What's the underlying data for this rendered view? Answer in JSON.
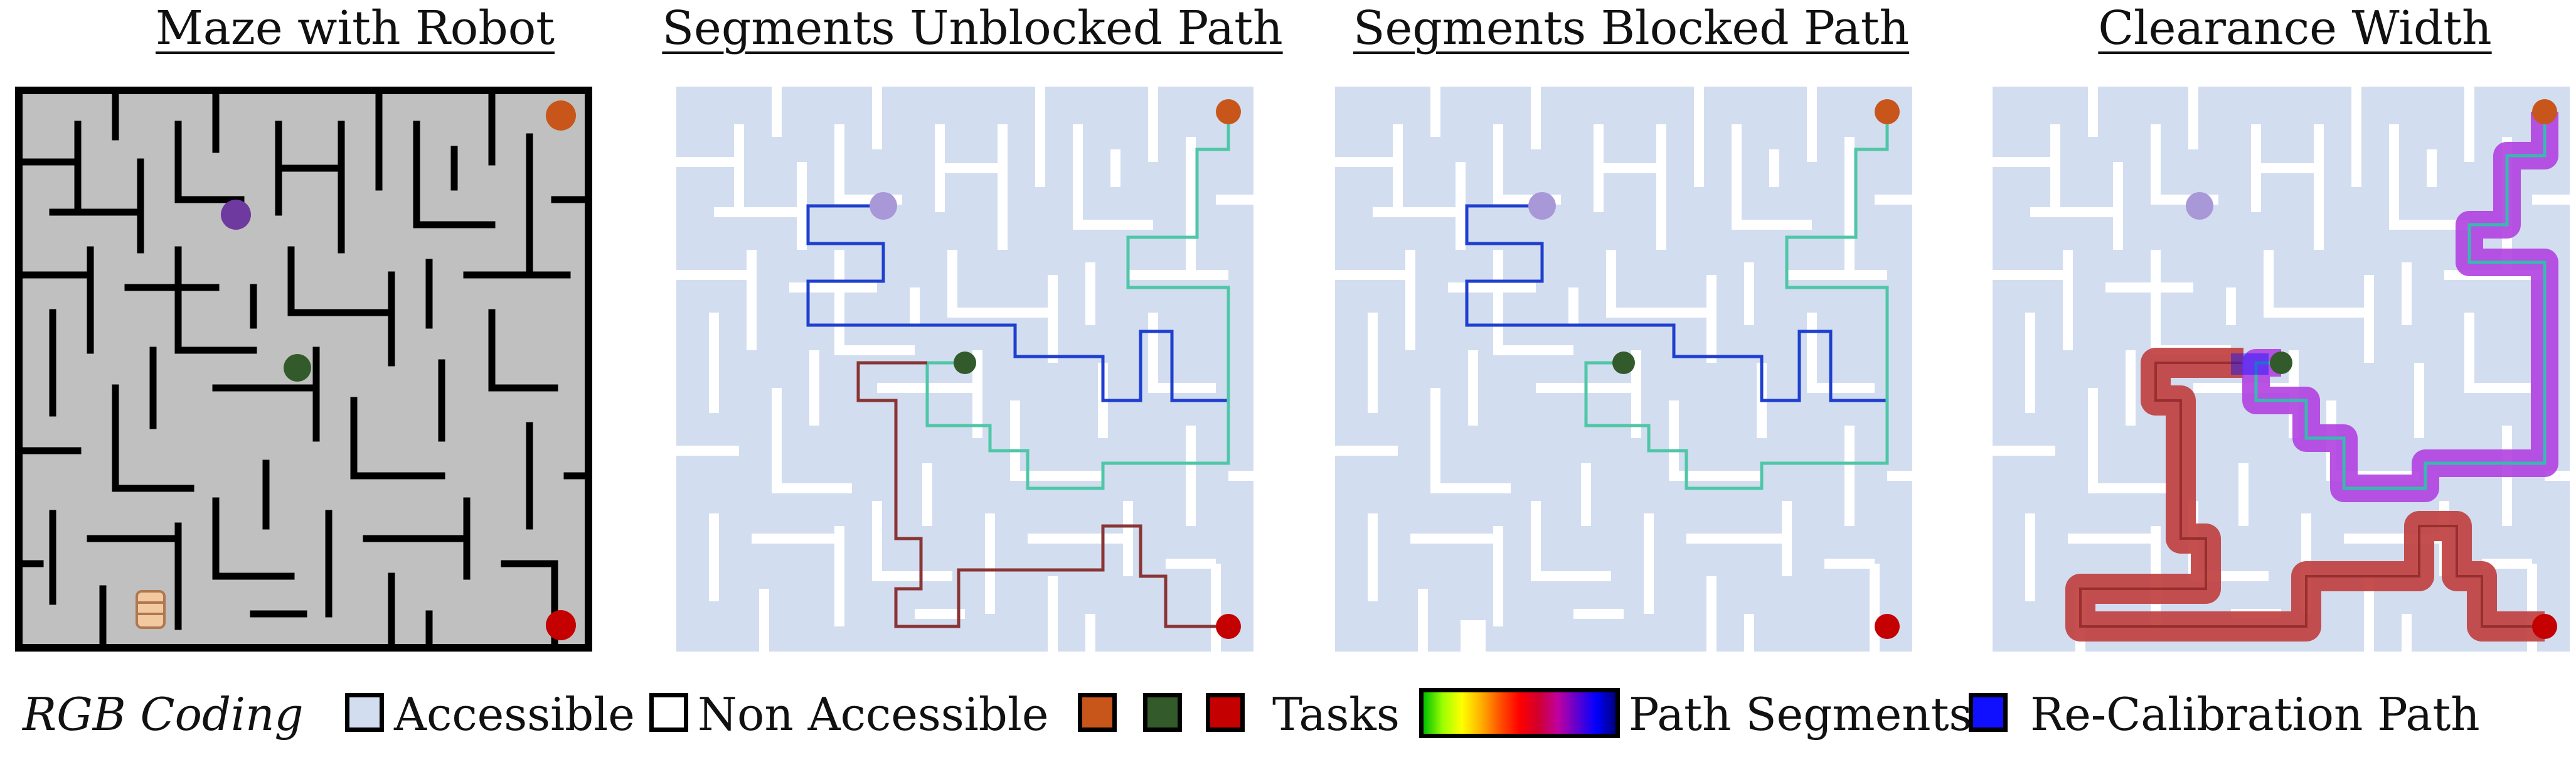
{
  "titles": {
    "panel1": "Maze with Robot",
    "panel2": "Segments Unblocked Path",
    "panel3": "Segments Blocked Path",
    "panel4": "Clearance Width"
  },
  "legend": {
    "heading": "RGB Coding",
    "accessible": "Accessible",
    "non_accessible": "Non Accessible",
    "tasks": "Tasks",
    "path_segments": "Path Segments",
    "recalibration": "Re-Calibration Path"
  },
  "colors": {
    "maze_floor": "#c0c0c0",
    "maze_wall": "#000000",
    "accessible": "#d2ddf0",
    "non_accessible": "#ffffff",
    "task_orange": "#c8561a",
    "task_green": "#335a2a",
    "task_red": "#c40000",
    "task_purple": "#6e3aa0",
    "segment_blue": "#1f3fcf",
    "segment_teal": "#4fc7a7",
    "segment_brown": "#8a3535",
    "recalibration": "#1010ff"
  },
  "icons": {
    "robot": "robot-icon"
  }
}
